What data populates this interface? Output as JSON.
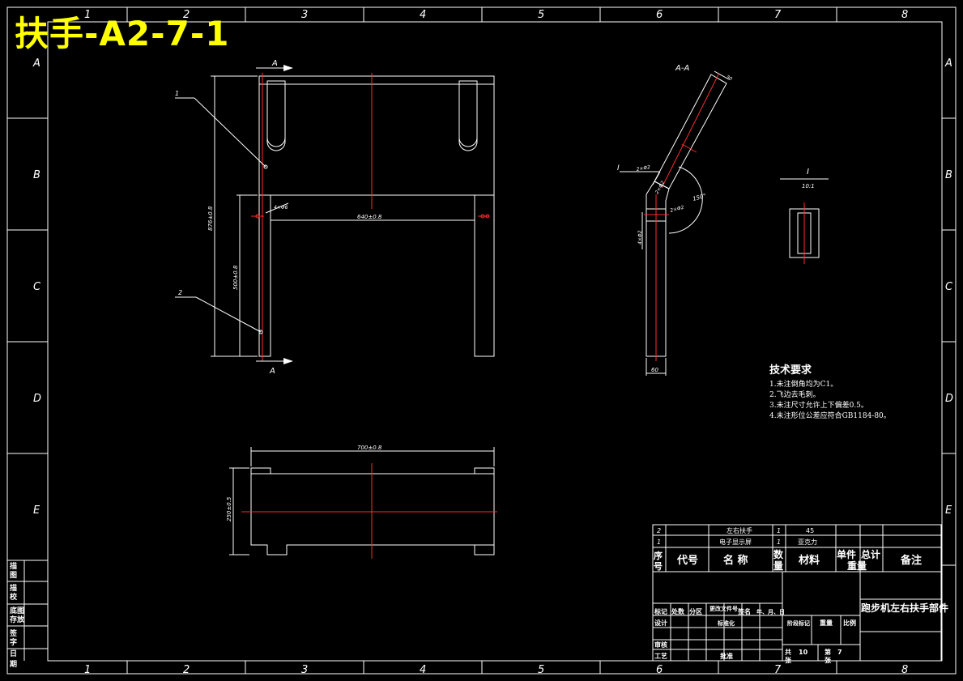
{
  "title": "扶手-A2-7-1",
  "grid_columns": [
    "1",
    "2",
    "3",
    "4",
    "5",
    "6",
    "7",
    "8"
  ],
  "grid_rows": [
    "A",
    "B",
    "C",
    "D",
    "E"
  ],
  "front_view": {
    "section_letter": "A",
    "leader_1": "1",
    "leader_2": "2",
    "dim_height": "876±0.8",
    "dim_leg": "500±0.8",
    "dim_span": "640±0.8",
    "dim_hole": "4×Φ6"
  },
  "section_view": {
    "label": "A-A",
    "detail_marker": "I",
    "dim_top": "30",
    "dim_angle": "150°",
    "dim_bottom": "60",
    "dim_1": "2×Φ2",
    "dim_2": "2×Φ2",
    "dim_3": "2×Φ2",
    "dim_4": "4×Φ2"
  },
  "detail_view": {
    "label": "I",
    "scale": "10:1"
  },
  "top_view": {
    "dim_width": "700±0.8",
    "dim_depth": "250±0.5"
  },
  "tech_requirements": {
    "heading": "技术要求",
    "items": [
      "1.未注倒角均为C1。",
      "2.飞边去毛刺。",
      "3.未注尺寸允许上下偏差0.5。",
      "4.未注形位公差应符合GB1184-80。"
    ]
  },
  "left_strip": {
    "r1": "描",
    "r2": "图",
    "r3": "描",
    "r4": "校",
    "r5": "底图",
    "r6": "存放",
    "r7": "签",
    "r8": "字",
    "r9": "日",
    "r10": "期"
  },
  "title_block": {
    "parts": [
      {
        "no": "2",
        "name": "左右扶手",
        "qty": "1",
        "material": "45"
      },
      {
        "no": "1",
        "name": "电子显示屏",
        "qty": "1",
        "material": "亚克力"
      }
    ],
    "hdr_seq": "序号",
    "hdr_code": "代号",
    "hdr_name": "名 称",
    "hdr_qty": "数量",
    "hdr_material": "材料",
    "hdr_unit": "单件重量",
    "hdr_total": "总计重量",
    "hdr_note": "备注",
    "mark": "标记",
    "count": "处数",
    "zone": "分区",
    "change_doc": "更改文件号",
    "signature": "签名",
    "date": "年、月、日",
    "design": "设计",
    "standard": "标准化",
    "review": "审核",
    "process": "工艺",
    "approve": "批准",
    "stage_mark": "阶段标记",
    "weight": "重量",
    "scale": "比例",
    "sheets_total_label": "共",
    "sheets_total": "10",
    "sheets_unit": "张",
    "sheet_label": "第",
    "sheet_no": "7",
    "sheet_unit": "张",
    "drawing_name": "跑步机左右扶手部件"
  }
}
